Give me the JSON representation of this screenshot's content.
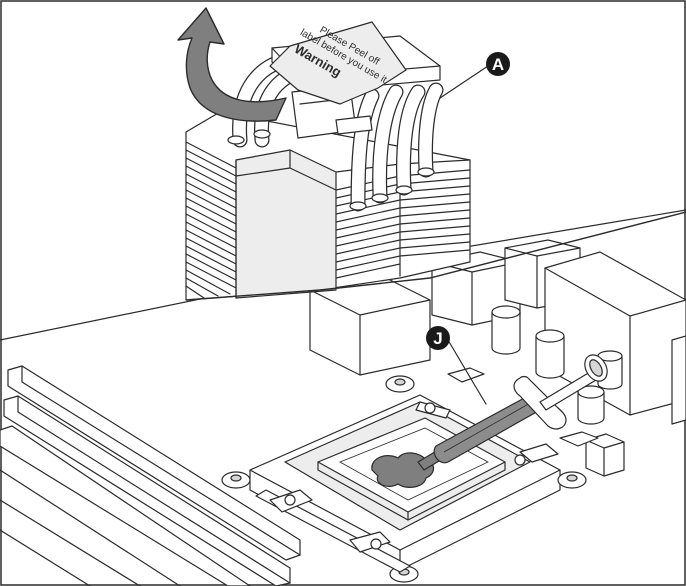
{
  "callouts": {
    "cooler": "A",
    "paste": "J"
  },
  "peel_label": {
    "line1": "Please Peel off",
    "line2": "label before you use it",
    "warning": "Warning"
  },
  "colors": {
    "line": "#2b2b2b",
    "badge": "#1a1a1a",
    "paste": "#7f7f7f",
    "syringe": "#8c8c8c",
    "panel_fill": "#ffffff"
  }
}
